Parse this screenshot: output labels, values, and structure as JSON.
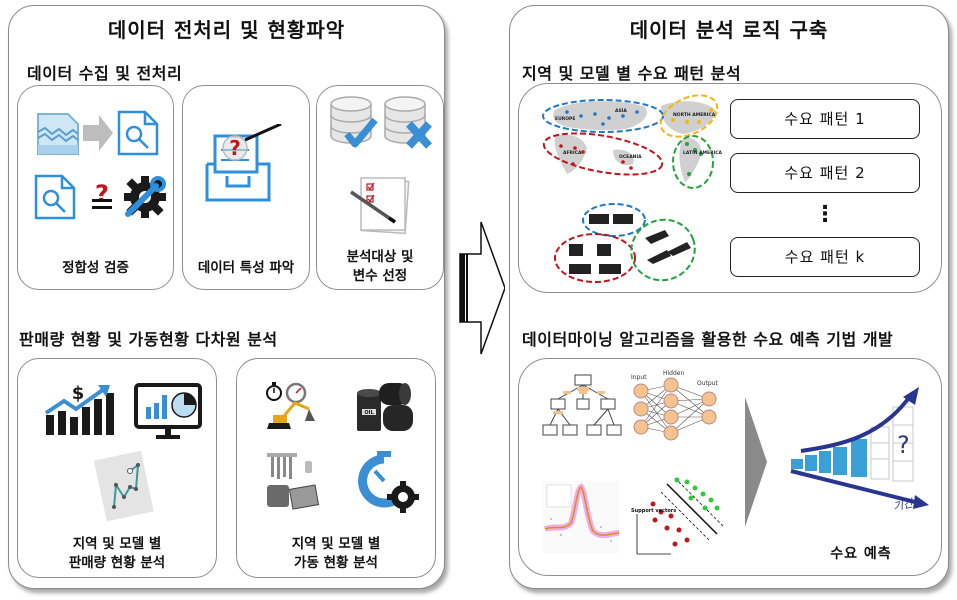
{
  "left_panel": {
    "title": "데이터 전처리 및 현황파악",
    "section1": {
      "title": "데이터 수집 및 전처리",
      "cards": [
        {
          "label": "정합성 검증",
          "icons": [
            "broken-document-icon",
            "arrow-right-icon",
            "document-search-icon",
            "document-search-icon",
            "not-equal-question-icon",
            "gear-wrench-icon"
          ]
        },
        {
          "label": "데이터 특성 파악",
          "icons": [
            "inbox-tray-magnifier-icon"
          ]
        },
        {
          "label_line1": "분석대상 및",
          "label_line2": "변수 선정",
          "icons": [
            "database-check-icon",
            "database-x-icon",
            "checklist-pen-icon"
          ]
        }
      ]
    },
    "section2": {
      "title": "판매량 현황 및 가동현황 다차원 분석",
      "cards": [
        {
          "label_line1": "지역 및 모델 별",
          "label_line2": "판매량 현황 분석",
          "icons": [
            "sales-growth-chart-icon",
            "monitor-dashboard-icon",
            "line-chart-document-icon"
          ]
        },
        {
          "label_line1": "지역 및 모델 별",
          "label_line2": "가동 현황 분석",
          "icons": [
            "stopwatch-gauge-excavator-icon",
            "oil-barrels-icon",
            "engine-parts-icon",
            "stopwatch-gear-icon"
          ]
        }
      ]
    }
  },
  "center_arrow": {
    "icon": "block-arrow-right-icon"
  },
  "right_panel": {
    "title": "데이터 분석 로직 구축",
    "section1": {
      "title": "지역 및 모델 별 수요 패턴 분석",
      "map_regions": [
        "EUROPE",
        "ASIA",
        "AFRICA",
        "OCEANIA",
        "NORTH AMERICA",
        "LATIN AMERICA"
      ],
      "patterns": [
        "수요 패턴 1",
        "수요 패턴 2",
        "⋮",
        "수요 패턴 k"
      ]
    },
    "section2": {
      "title": "데이터마이닝 알고리즘을 활용한 수요 예측 기법 개발",
      "nn_labels": {
        "input": "Input",
        "hidden": "Hidden",
        "output": "Output"
      },
      "svm_label": "Support vectors",
      "forecast_axis_label": "기간",
      "forecast_question": "?",
      "forecast_label": "수요 예측"
    }
  },
  "colors": {
    "blue_accent": "#2e8fdc",
    "red_cluster": "#c0161c",
    "blue_cluster": "#1f78c8",
    "yellow_cluster": "#f3b615",
    "green_cluster": "#23a33b",
    "forecast_arrow": "#2a3590",
    "bar_blue": "#3aa0d8"
  }
}
